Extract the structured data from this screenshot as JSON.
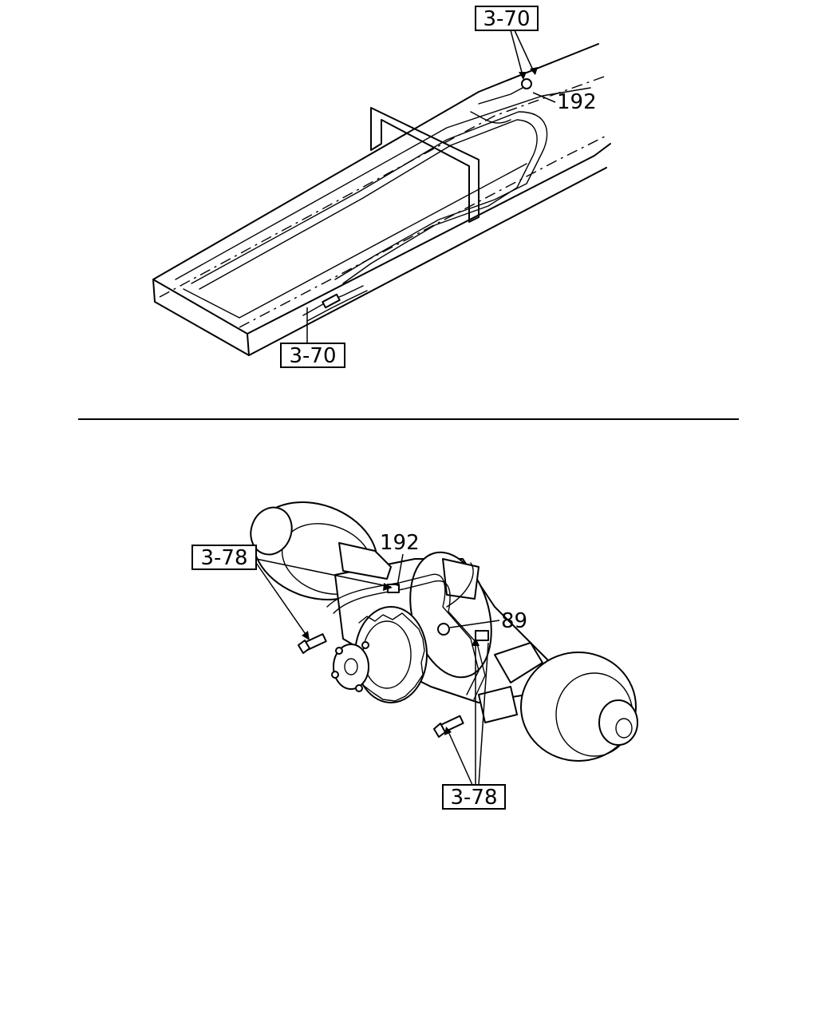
{
  "top_view": {
    "callouts": [
      {
        "id": "ref-top-upper",
        "text": "3-70"
      },
      {
        "id": "part-192-upper",
        "text": "192"
      },
      {
        "id": "ref-top-lower",
        "text": "3-70"
      }
    ]
  },
  "bottom_view": {
    "callouts": [
      {
        "id": "ref-axle-left",
        "text": "3-78"
      },
      {
        "id": "part-192-lower",
        "text": "192"
      },
      {
        "id": "part-89",
        "text": "89"
      },
      {
        "id": "ref-axle-bottom",
        "text": "3-78"
      }
    ]
  }
}
